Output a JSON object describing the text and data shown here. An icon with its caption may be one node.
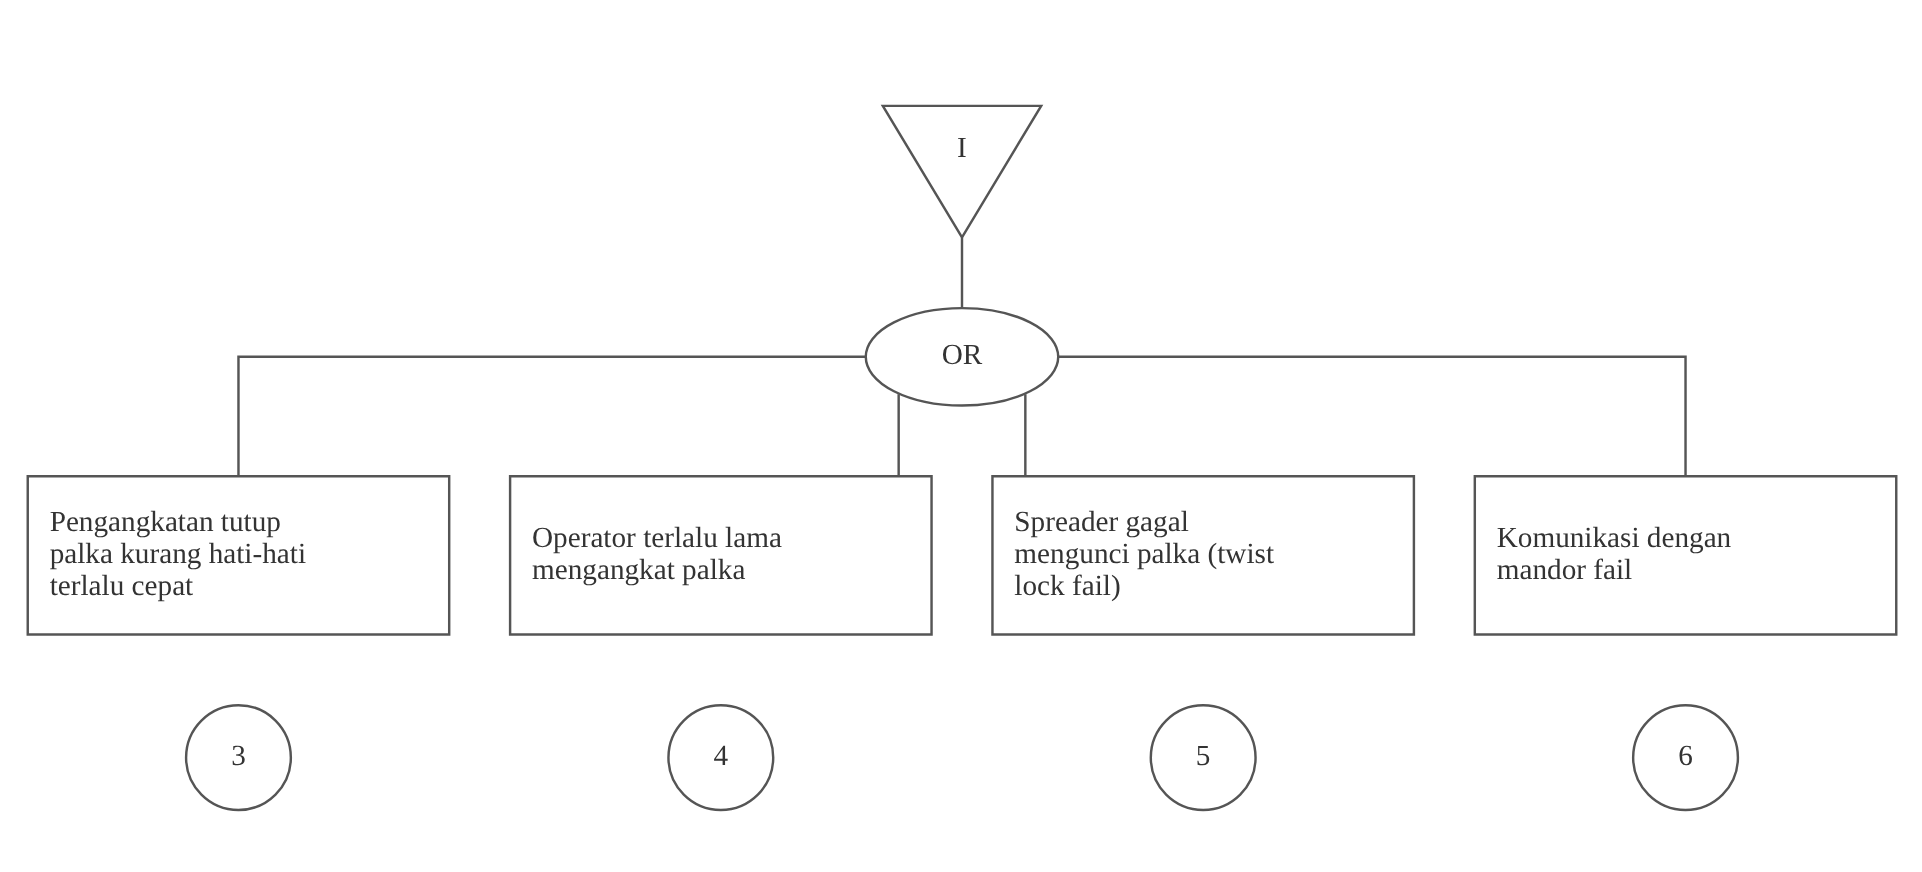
{
  "diagram": {
    "nodes": [
      {
        "text": [
          "I"
        ]
      },
      {
        "text": [
          "OR"
        ]
      },
      {
        "text": [
          "Pengangkatan tutup palka kurang hati-hati terlalu cepat"
        ]
      },
      {
        "text": [
          "Operator terlalu lama mengangkat palka"
        ]
      },
      {
        "text": [
          "Spreader gagal mengunci palka (twist lock fail)"
        ]
      },
      {
        "text": [
          "Komunikasi dengan mandor fail"
        ]
      },
      {
        "text": [
          "3"
        ]
      },
      {
        "text": [
          "4"
        ]
      },
      {
        "text": [
          "5"
        ]
      },
      {
        "text": [
          "6"
        ]
      }
    ],
    "edges": [
      {
        "from": 0,
        "to": 1,
        "arrow": "none"
      },
      {
        "from": 1,
        "to": 2,
        "arrow": "none"
      },
      {
        "from": 1,
        "to": 3,
        "arrow": "none"
      },
      {
        "from": 1,
        "to": 4,
        "arrow": "none"
      },
      {
        "from": 1,
        "to": 5,
        "arrow": "none"
      }
    ]
  }
}
